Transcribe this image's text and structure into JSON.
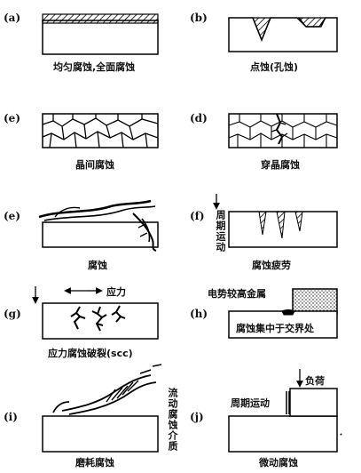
{
  "panels": [
    {
      "id": "a",
      "label": "(a)",
      "caption": "均匀腐蚀,全面腐蚀"
    },
    {
      "id": "b",
      "label": "(b)",
      "caption": "点蚀(孔蚀)"
    },
    {
      "id": "c",
      "label": "(e)",
      "caption": "晶间腐蚀"
    },
    {
      "id": "d",
      "label": "(d)",
      "caption": "穿晶腐蚀"
    },
    {
      "id": "e",
      "label": "(e)",
      "caption": "腐蚀"
    },
    {
      "id": "f",
      "label": "(f)",
      "caption": "腐蚀疲劳",
      "side_text": "周期运动"
    },
    {
      "id": "g",
      "label": "(g)",
      "caption": "应力腐蚀破裂(scc)",
      "arrow_text": "应力"
    },
    {
      "id": "h",
      "label": "(h)",
      "top_text": "电势较高金属",
      "caption_inside": "腐蚀集中于交界处"
    },
    {
      "id": "i",
      "label": "(i)",
      "caption": "磨耗腐蚀",
      "side_text": "流动腐蚀介质"
    },
    {
      "id": "j",
      "label": "(j)",
      "caption": "微动腐蚀",
      "load_text": "负荷",
      "motion_text": "周期运动"
    }
  ]
}
